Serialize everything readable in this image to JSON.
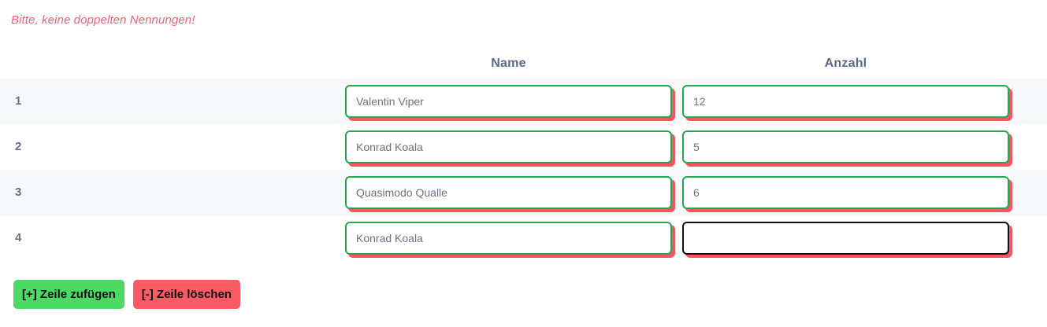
{
  "warning": {
    "text": "Bitte, keine doppelten Nennungen!",
    "color": "#fa6072"
  },
  "table": {
    "columns": {
      "index_header": "",
      "name_header": "Name",
      "anzahl_header": "Anzahl"
    },
    "rows": [
      {
        "index": "1",
        "name": "Valentin Viper",
        "anzahl": "12",
        "name_state": "valid",
        "anzahl_state": "valid"
      },
      {
        "index": "2",
        "name": "Konrad Koala",
        "anzahl": "5",
        "name_state": "valid",
        "anzahl_state": "valid"
      },
      {
        "index": "3",
        "name": "Quasimodo Qualle",
        "anzahl": "6",
        "name_state": "valid",
        "anzahl_state": "valid"
      },
      {
        "index": "4",
        "name": "Konrad Koala",
        "anzahl": "",
        "name_state": "valid",
        "anzahl_state": "focused"
      }
    ],
    "placeholders": {
      "name": "",
      "anzahl": ""
    }
  },
  "buttons": {
    "add_row": "[+] Zeile zufügen",
    "delete_row": "[-] Zeile löschen"
  },
  "colors": {
    "valid_border": "#1faa4f",
    "focused_border": "#111111",
    "shadow": "#f9545f",
    "add_button": "#4cd964",
    "delete_button": "#fa5b65",
    "header_text": "#5a6a85",
    "row_stripe": "#f7f8fa",
    "value_text": "#6b7280"
  }
}
